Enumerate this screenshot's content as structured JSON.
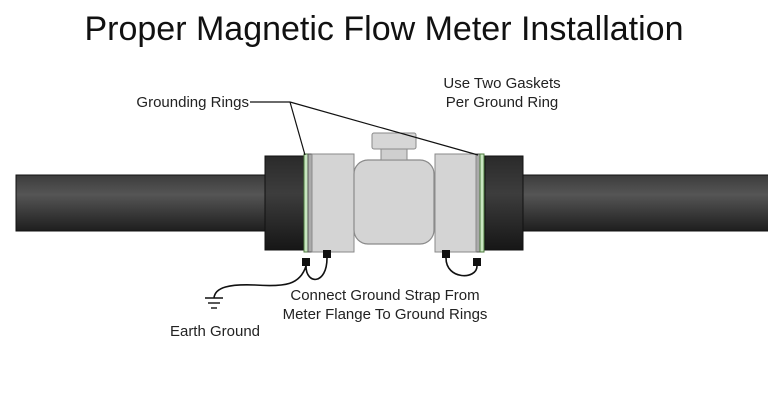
{
  "title": "Proper Magnetic Flow Meter Installation",
  "labels": {
    "grounding_rings": "Grounding Rings",
    "gaskets_line1": "Use Two Gaskets",
    "gaskets_line2": "Per Ground Ring",
    "strap_line1": "Connect Ground Strap From",
    "strap_line2": "Meter Flange To Ground Rings",
    "earth_ground": "Earth Ground"
  },
  "icons": {
    "ground_symbol": "earth-ground-icon"
  },
  "colors": {
    "pipe": "#2e2e2e",
    "pipe_highlight": "#4a4a4a",
    "flange": "#1f1f1f",
    "meter_body": "#d4d4d4",
    "meter_outline": "#8a8a8a",
    "gasket": "#c8e6c0",
    "gasket_outline": "#4d7a3e",
    "wire": "#111111",
    "text": "#222222"
  }
}
